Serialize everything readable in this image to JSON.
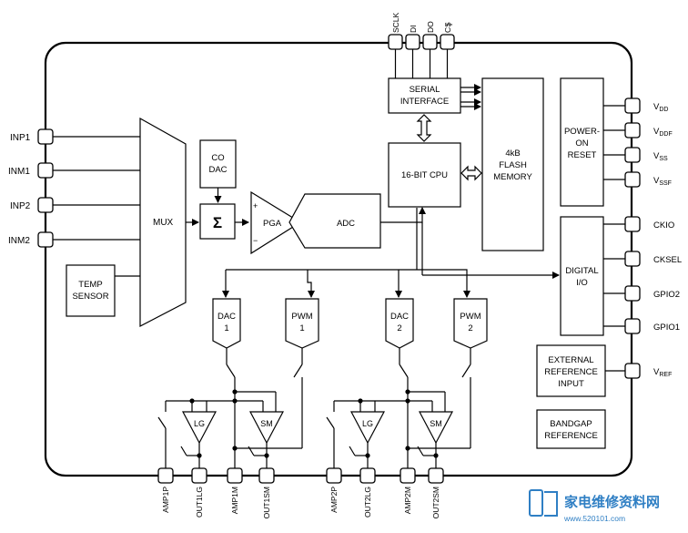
{
  "pins": {
    "inp1": "INP1",
    "inm1": "INM1",
    "inp2": "INP2",
    "inm2": "INM2",
    "sclk": "SCLK",
    "di": "DI",
    "do": "DO",
    "cs": "CS",
    "vdd_main": "V",
    "vdd_sub": "DD",
    "vddf_main": "V",
    "vddf_sub": "DDF",
    "vss_main": "V",
    "vss_sub": "SS",
    "vssf_main": "V",
    "vssf_sub": "SSF",
    "ckio": "CKIO",
    "cksel": "CKSEL",
    "gpio2": "GPIO2",
    "gpio1": "GPIO1",
    "vref_main": "V",
    "vref_sub": "REF",
    "amp1p": "AMP1P",
    "out1lg": "OUT1LG",
    "amp1m": "AMP1M",
    "out1sm": "OUT1SM",
    "amp2p": "AMP2P",
    "out2lg": "OUT2LG",
    "amp2m": "AMP2M",
    "out2sm": "OUT2SM"
  },
  "blocks": {
    "mux": "MUX",
    "temp_l1": "TEMP",
    "temp_l2": "SENSOR",
    "co_l1": "CO",
    "co_l2": "DAC",
    "sigma": "Σ",
    "pga": "PGA",
    "adc": "ADC",
    "serial_l1": "SERIAL",
    "serial_l2": "INTERFACE",
    "cpu": "16-BIT CPU",
    "flash_l1": "4kB",
    "flash_l2": "FLASH",
    "flash_l3": "MEMORY",
    "por_l1": "POWER-",
    "por_l2": "ON",
    "por_l3": "RESET",
    "dio_l1": "DIGITAL",
    "dio_l2": "I/O",
    "ext_l1": "EXTERNAL",
    "ext_l2": "REFERENCE",
    "ext_l3": "INPUT",
    "bg_l1": "BANDGAP",
    "bg_l2": "REFERENCE",
    "dac1_l1": "DAC",
    "dac1_l2": "1",
    "pwm1_l1": "PWM",
    "pwm1_l2": "1",
    "dac2_l1": "DAC",
    "dac2_l2": "2",
    "pwm2_l1": "PWM",
    "pwm2_l2": "2",
    "lg": "LG",
    "sm": "SM",
    "plus": "+",
    "minus": "−"
  },
  "watermark": {
    "line1": "家电维修资料网",
    "line2": "www.520101.com"
  }
}
